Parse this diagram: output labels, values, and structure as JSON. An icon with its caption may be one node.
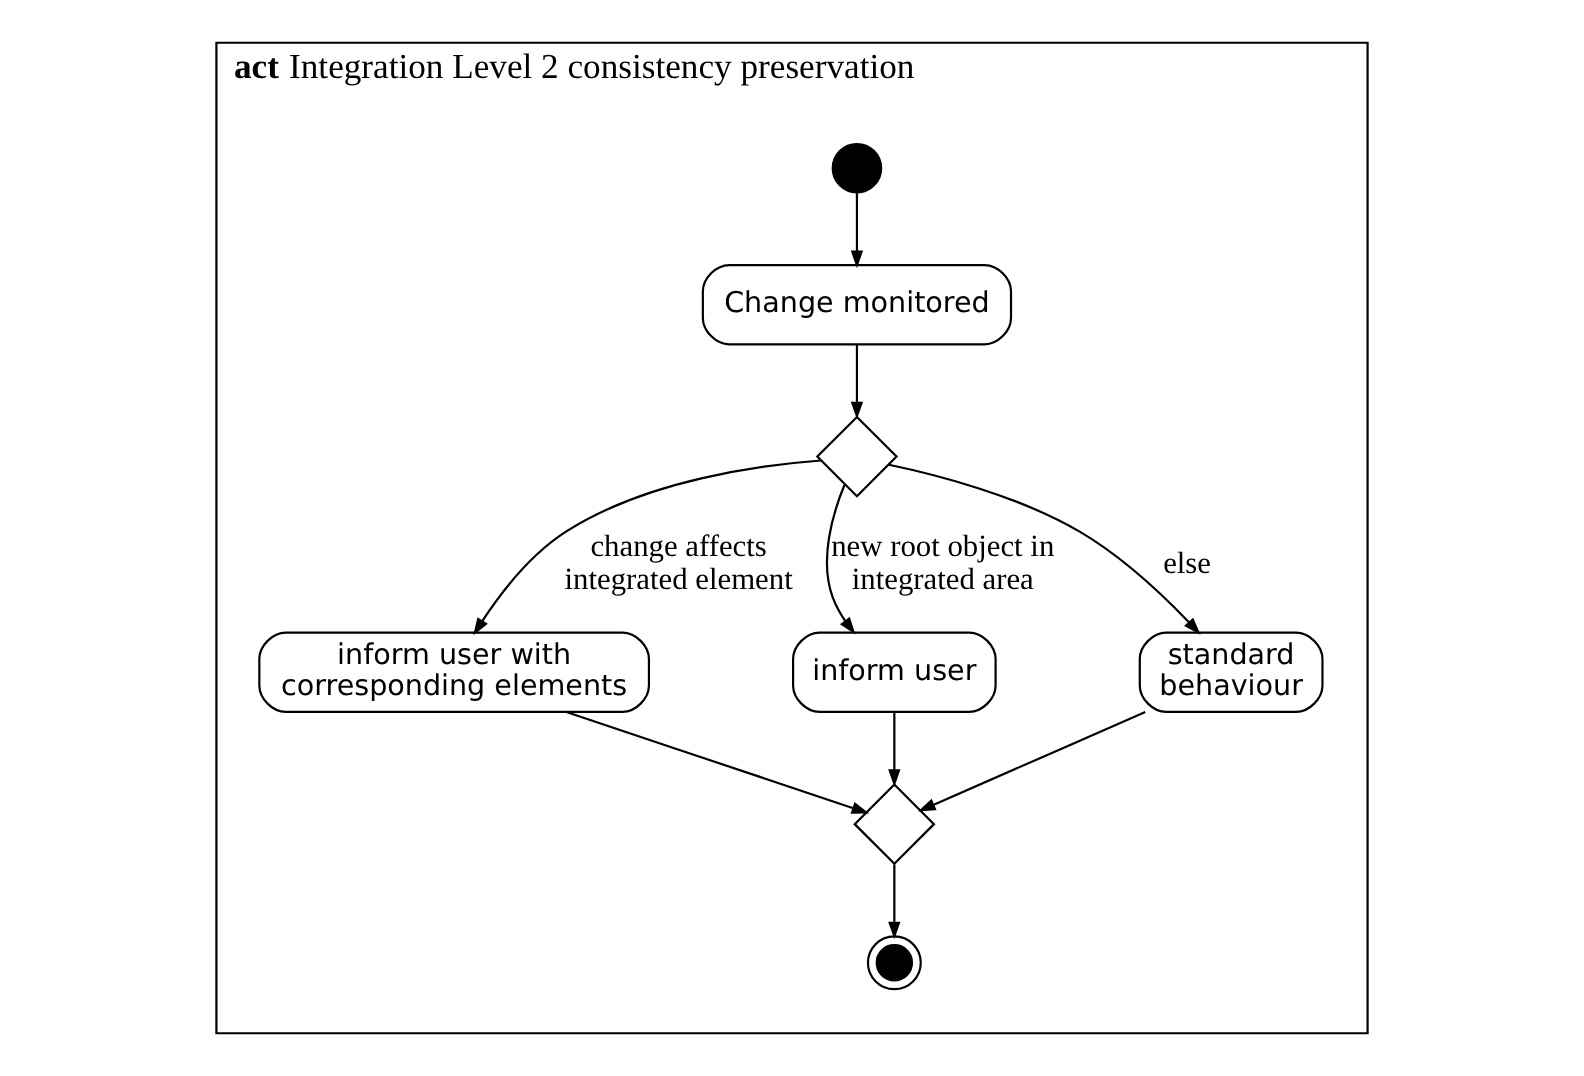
{
  "diagram": {
    "nodes": [
      {
        "text": [
          "act",
          "Integration Level 2 consistency preservation"
        ]
      },
      {
        "text": [],
        "shape": "circle",
        "in": 0
      },
      {
        "text": [
          "Change monitored"
        ],
        "in": 0
      },
      {
        "text": [],
        "shape": "diamond",
        "in": 0
      },
      {
        "text": [
          "inform user with corresponding elements"
        ],
        "in": 0
      },
      {
        "text": [
          "inform user"
        ],
        "in": 0
      },
      {
        "text": [
          "standard behaviour"
        ],
        "in": 0
      },
      {
        "text": [],
        "shape": "diamond",
        "in": 0
      },
      {
        "text": [],
        "shape": "circle",
        "in": 0
      }
    ],
    "edges": [
      {
        "from": 1,
        "to": 2,
        "arrow": "to"
      },
      {
        "from": 2,
        "to": 3,
        "arrow": "to"
      },
      {
        "from": 3,
        "to": 4,
        "arrow": "to",
        "label": "change affects integrated element"
      },
      {
        "from": 3,
        "to": 5,
        "arrow": "to",
        "label": "new root object in integrated area"
      },
      {
        "from": 3,
        "to": 6,
        "arrow": "to",
        "label": "else"
      },
      {
        "from": 4,
        "to": 7,
        "arrow": "to"
      },
      {
        "from": 5,
        "to": 7,
        "arrow": "to"
      },
      {
        "from": 6,
        "to": 7,
        "arrow": "to"
      },
      {
        "from": 7,
        "to": 8,
        "arrow": "to"
      }
    ]
  }
}
